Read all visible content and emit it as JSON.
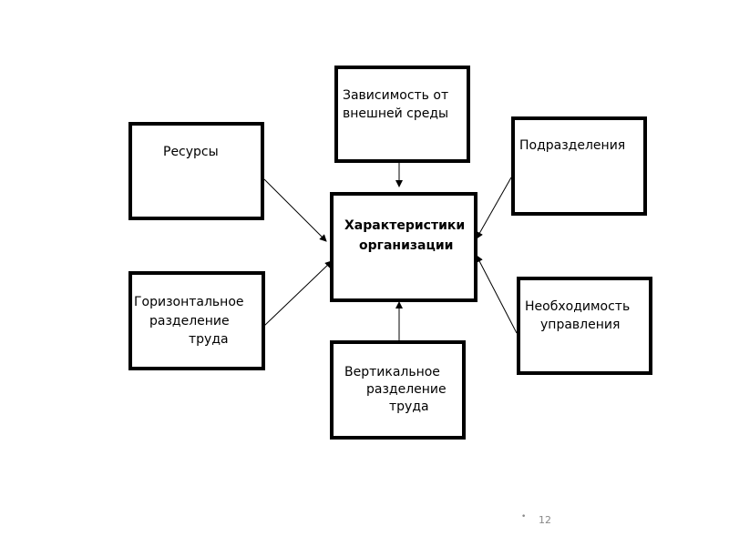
{
  "diagram": {
    "center": {
      "lines": [
        "Характеристики",
        "организации"
      ]
    },
    "nodes": {
      "environment": {
        "lines": [
          "Зависимость от",
          "внешней среды"
        ]
      },
      "resources": {
        "lines": [
          "Ресурсы"
        ]
      },
      "divisions": {
        "lines": [
          "Подразделения"
        ]
      },
      "horizontal": {
        "lines": [
          "Горизонтальное",
          "разделение",
          "труда"
        ]
      },
      "vertical": {
        "lines": [
          "Вертикальное",
          "разделение",
          "труда"
        ]
      },
      "management": {
        "lines": [
          "Необходимость",
          "управления"
        ]
      }
    }
  },
  "footer": {
    "bullet": "•",
    "page_number": "12"
  }
}
